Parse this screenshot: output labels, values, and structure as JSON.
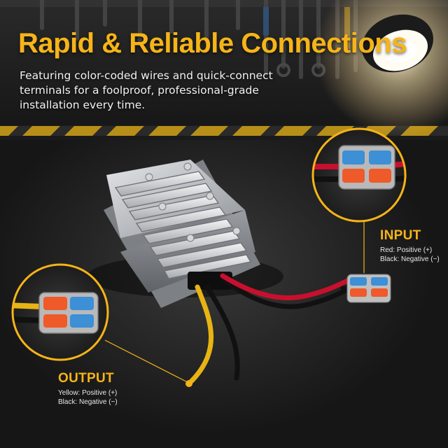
{
  "headline": "Rapid & Reliable Connections",
  "subhead": "Featuring color-coded wires and quick-connect terminals for a foolproof, professional-grade installation every time.",
  "input": {
    "title": "INPUT",
    "line1": "Red: Positive (+)",
    "line2": "Black: Negative (−)"
  },
  "output": {
    "title": "OUTPUT",
    "line1": "Yellow: Positive (+)",
    "line2": "Black: Negative (−)"
  },
  "colors": {
    "accent": "#f6b418",
    "wire_red": "#c8102e",
    "wire_black": "#111111",
    "wire_yellow": "#e8b414",
    "terminal_blue": "#3d8fd6",
    "terminal_orange": "#ef5a2a"
  },
  "icons": [
    "work-lamp-icon",
    "tool-rack-icon",
    "callout-magnifier-icon"
  ]
}
